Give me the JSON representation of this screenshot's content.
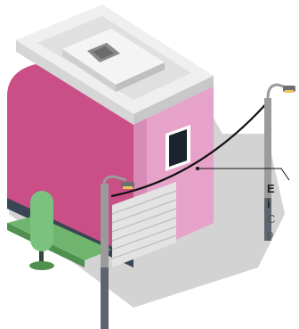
{
  "callout": {
    "line1": "E",
    "line2": "i",
    "line3": "C",
    "line4": "p"
  },
  "colors": {
    "wall_pink": "#c94f86",
    "wall_light": "#e6a2c9",
    "roof": "#e9e9e9",
    "ground": "#d2d2d2",
    "tree": "#7ac27d",
    "grass": "#6fb56e",
    "cable": "#111111",
    "pole": "#9b9b9b"
  }
}
